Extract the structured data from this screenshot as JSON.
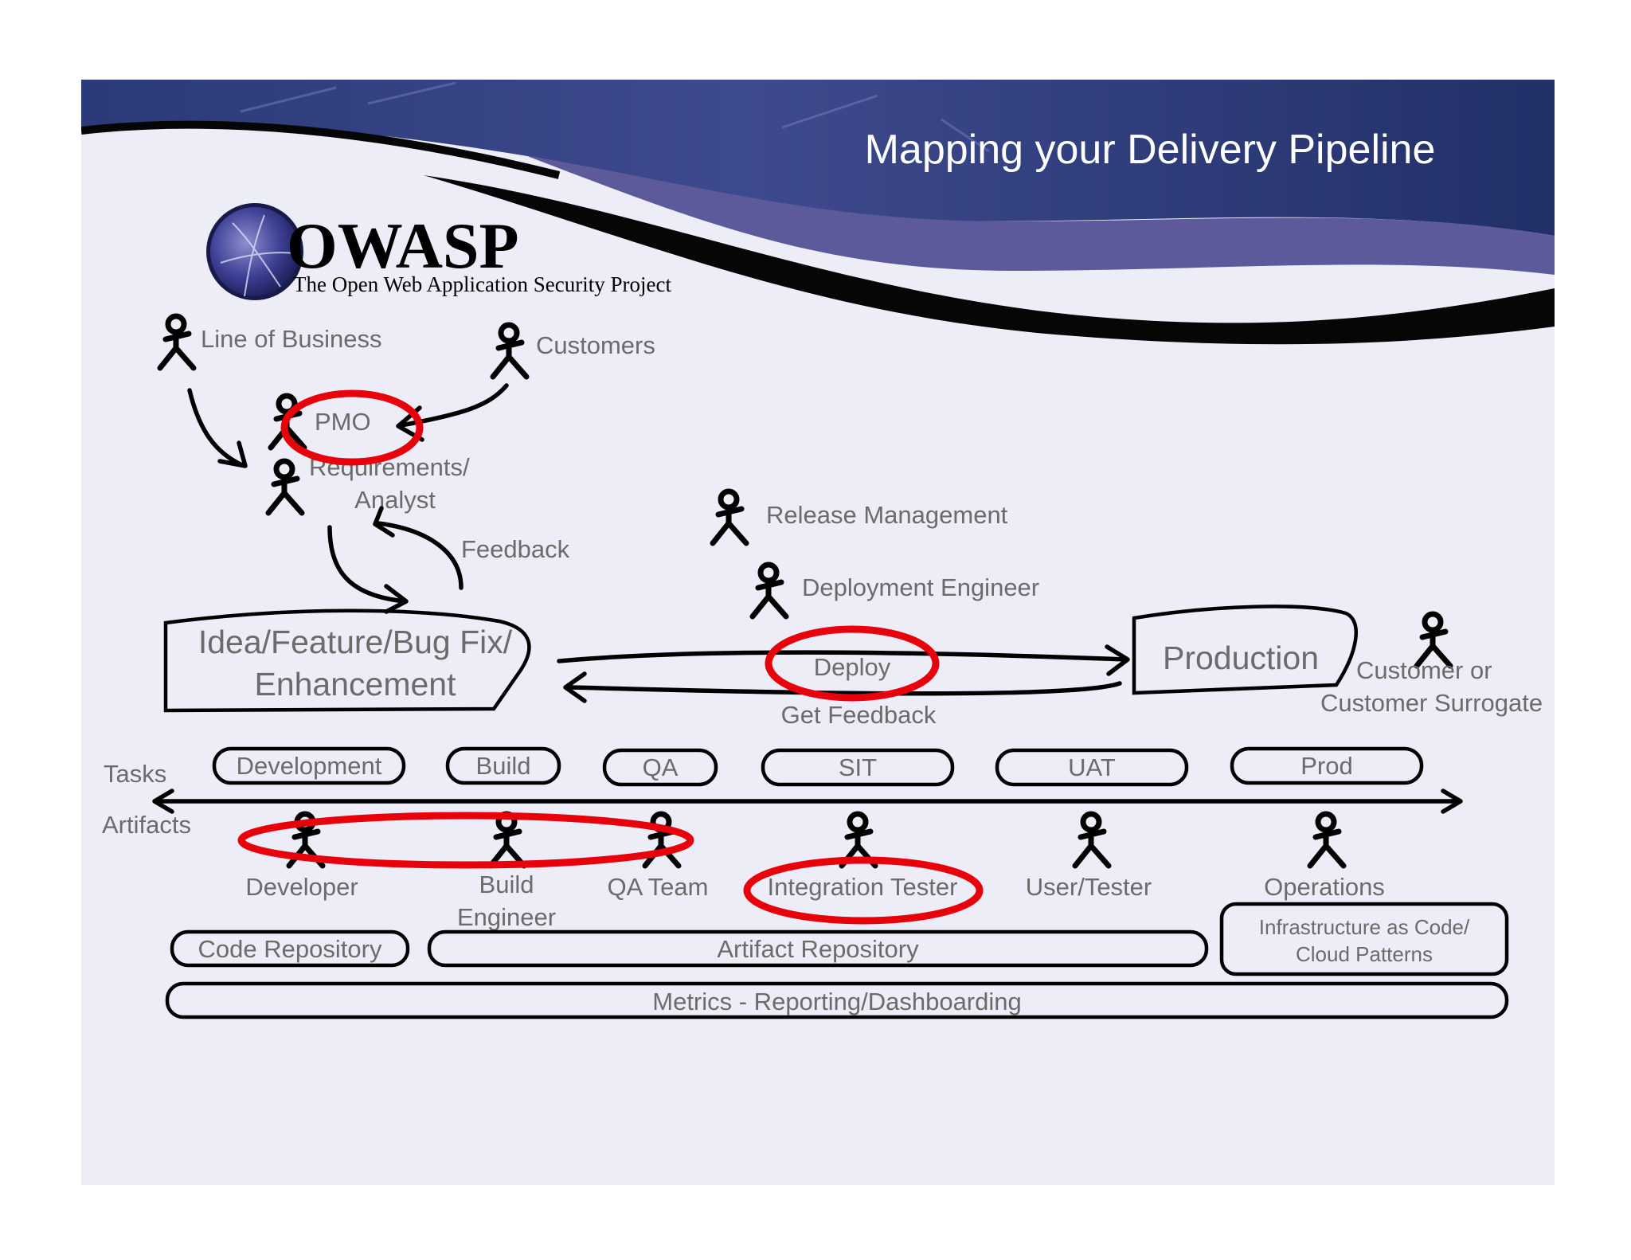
{
  "slide": {
    "title": "Mapping your Delivery Pipeline",
    "logo": {
      "name": "OWASP",
      "tagline": "The Open Web Application Security Project"
    },
    "colors": {
      "slide_bg": "#ededf7",
      "banner": "#5d5a9c",
      "highlight_ring": "#e8000b",
      "label_text": "#6b6b6b"
    }
  },
  "roles": {
    "line_of_business": "Line of Business",
    "customers": "Customers",
    "pmo": "PMO",
    "requirements_line1": "Requirements/",
    "requirements_line2": "Analyst",
    "feedback": "Feedback",
    "release_management": "Release Management",
    "deployment_engineer": "Deployment Engineer",
    "customer_line1": "Customer or",
    "customer_line2": "Customer Surrogate"
  },
  "flow": {
    "idea_line1": "Idea/Feature/Bug Fix/",
    "idea_line2": "Enhancement",
    "production": "Production",
    "deploy": "Deploy",
    "get_feedback": "Get Feedback"
  },
  "axis": {
    "tasks": "Tasks",
    "artifacts": "Artifacts"
  },
  "stages": [
    "Development",
    "Build",
    "QA",
    "SIT",
    "UAT",
    "Prod"
  ],
  "stage_roles": {
    "developer": "Developer",
    "build_engineer_line1": "Build",
    "build_engineer_line2": "Engineer",
    "qa_team": "QA Team",
    "integration_tester": "Integration Tester",
    "user_tester": "User/Tester",
    "operations": "Operations"
  },
  "artifact_bars": {
    "code_repository": "Code Repository",
    "artifact_repository": "Artifact Repository",
    "infrastructure_line1": "Infrastructure as Code/",
    "infrastructure_line2": "Cloud Patterns",
    "metrics": "Metrics - Reporting/Dashboarding"
  },
  "highlighted": [
    "PMO",
    "Deploy",
    "Developer",
    "Build Engineer",
    "QA Team",
    "Integration Tester"
  ]
}
